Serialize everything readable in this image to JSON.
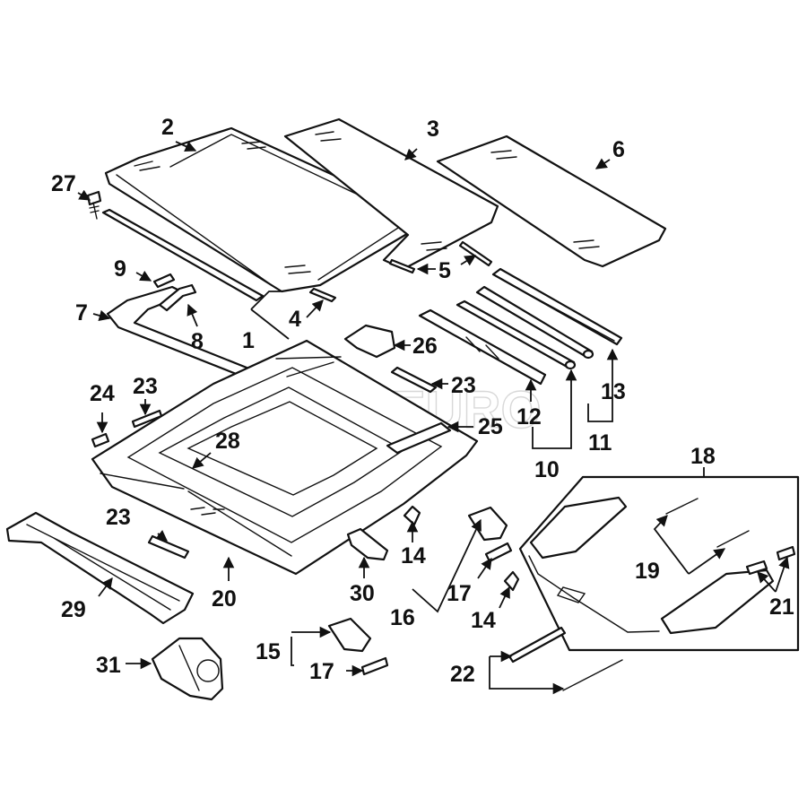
{
  "watermark": "FCPEURO",
  "colors": {
    "line": "#111111",
    "background": "#ffffff",
    "watermark": "#c8c8c8"
  },
  "callouts": [
    "1",
    "2",
    "3",
    "4",
    "5",
    "6",
    "7",
    "8",
    "9",
    "10",
    "11",
    "12",
    "13",
    "14",
    "14",
    "15",
    "16",
    "17",
    "17",
    "18",
    "19",
    "20",
    "21",
    "22",
    "23",
    "23",
    "23",
    "24",
    "25",
    "26",
    "27",
    "28",
    "29",
    "30",
    "31"
  ]
}
